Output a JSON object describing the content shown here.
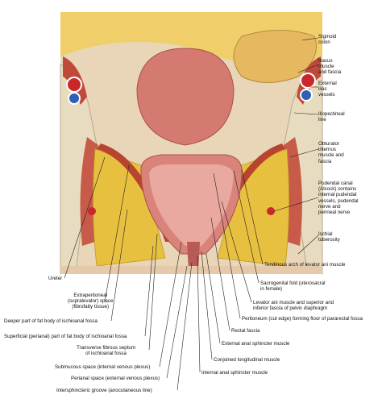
{
  "labels": {
    "sigmoid_colon": [
      "Sigmoid",
      "colon"
    ],
    "iliacus": [
      "Iliacus",
      "muscle",
      "and fascia"
    ],
    "external_iliac": [
      "External",
      "iliac",
      "vessels"
    ],
    "iliopectineal": [
      "Iliopectineal",
      "line"
    ],
    "obturator_internus": [
      "Obturator",
      "internus",
      "muscle and",
      "fascia"
    ],
    "pudendal_canal": [
      "Pudendal canal",
      "(Alcock) contains",
      "internal pudendal",
      "vessels, pudendal",
      "nerve and",
      "perineal nerve"
    ],
    "ischial_tuberosity": [
      "Ischial",
      "tuberosity"
    ],
    "tendinous_arch": [
      "Tendinous arch of levator ani muscle"
    ],
    "sacrogenital_fold": [
      "Sacrogenital fold (uterosacral",
      "in female)"
    ],
    "levator_ani": [
      "Levator ani muscle and superior and",
      "inferior fascia of pelvic diaphragm"
    ],
    "peritoneum": [
      "Peritoneum (cut edge) forming floor of pararectal fossa"
    ],
    "rectal_fascia": [
      "Rectal fascia"
    ],
    "external_anal_sphincter": [
      "External anal sphincter muscle"
    ],
    "conjoined_longitudinal": [
      "Conjoined longitudinal muscle"
    ],
    "internal_anal_sphincter": [
      "Internal anal sphincter muscle"
    ],
    "ureter": [
      "Ureter"
    ],
    "extraperitoneal": [
      "Extraperitoneal",
      "(supralevator) space",
      "(fibrofatty tissue)"
    ],
    "deeper_fat": [
      "Deeper part of fat body of ischioanal fossa"
    ],
    "superficial_fat": [
      "Superficial (perianal) part of fat body of ischioanal fossa"
    ],
    "transverse_septum": [
      "Transverse fibrous septum",
      "of ischioanal fossa"
    ],
    "submucous_space": [
      "Submucous space (internal venous plexus)"
    ],
    "perianal_space": [
      "Perianal space (external venous plexus)"
    ],
    "intersphincteric_groove": [
      "Intersphincteric groove (anocutaneous line)"
    ]
  },
  "colors": {
    "fat": "#e8c040",
    "muscle": "#c04a3a",
    "rectum_wall": "#d9837a",
    "mucosa": "#e9a8a0",
    "bone": "#e8dcc0",
    "artery": "#c8282a",
    "vein": "#2f5fb8",
    "leader": "#222222"
  }
}
